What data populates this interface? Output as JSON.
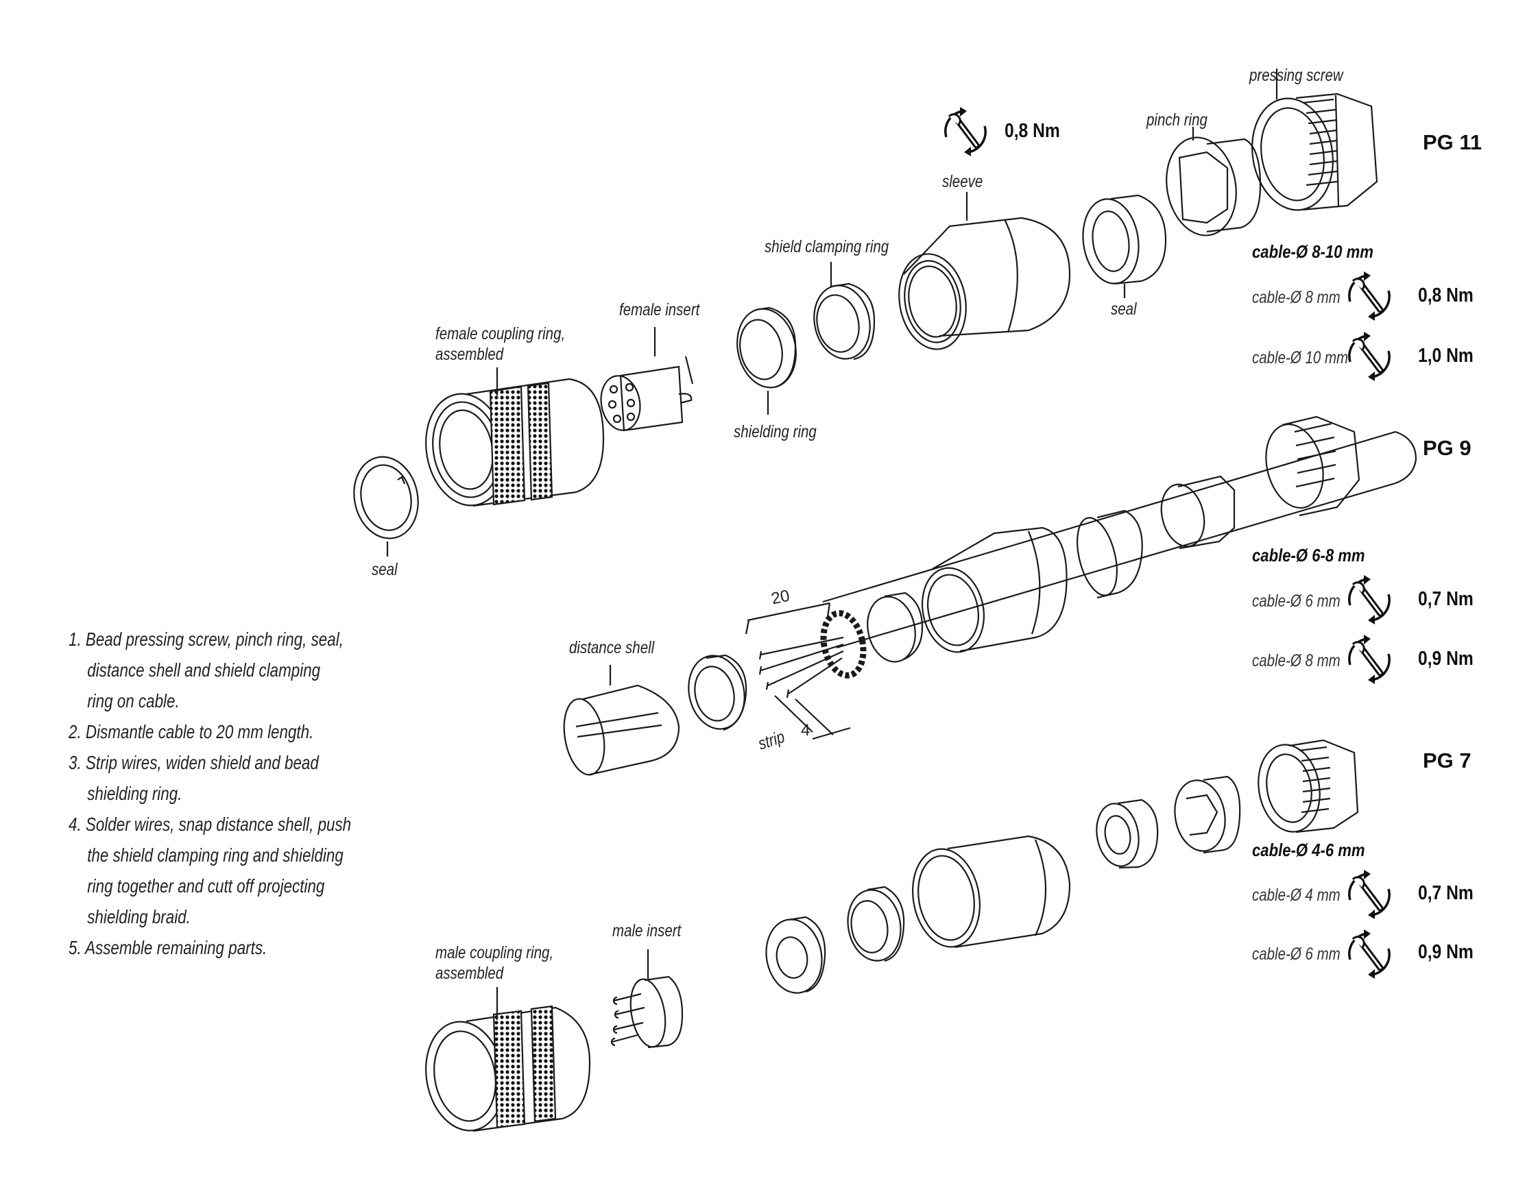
{
  "labels": {
    "pressing_screw": "pressing screw",
    "pinch_ring": "pinch ring",
    "sleeve": "sleeve",
    "shield_clamping_ring": "shield clamping ring",
    "female_insert": "female insert",
    "female_coupling_ring": "female coupling ring,\nassembled",
    "shielding_ring": "shielding ring",
    "seal_top": "seal",
    "seal_left": "seal",
    "distance_shell": "distance shell",
    "male_insert": "male insert",
    "male_coupling_ring": "male coupling ring,\nassembled",
    "strip": "strip",
    "dim_20": "20",
    "dim_4": "4",
    "sleeve_torque": "0,8 Nm"
  },
  "groups": [
    {
      "pg": "PG 11",
      "cable_range": "cable-Ø 8-10 mm",
      "rows": [
        {
          "cable": "cable-Ø 8 mm",
          "torque": "0,8 Nm"
        },
        {
          "cable": "cable-Ø 10 mm",
          "torque": "1,0 Nm"
        }
      ]
    },
    {
      "pg": "PG 9",
      "cable_range": "cable-Ø 6-8 mm",
      "rows": [
        {
          "cable": "cable-Ø 6 mm",
          "torque": "0,7 Nm"
        },
        {
          "cable": "cable-Ø 8 mm",
          "torque": "0,9 Nm"
        }
      ]
    },
    {
      "pg": "PG 7",
      "cable_range": "cable-Ø 4-6 mm",
      "rows": [
        {
          "cable": "cable-Ø 4 mm",
          "torque": "0,7 Nm"
        },
        {
          "cable": "cable-Ø 6 mm",
          "torque": "0,9 Nm"
        }
      ]
    }
  ],
  "steps": [
    "1. Bead pressing screw, pinch ring, seal,\n    distance shell and shield clamping\n    ring on cable.",
    "2. Dismantle cable to 20 mm length.",
    "3. Strip wires, widen shield and bead\n    shielding ring.",
    "4. Solder wires, snap distance shell, push\n    the shield clamping ring  and shielding\n    ring together and cutt off projecting\n    shielding braid.",
    "5. Assemble remaining parts."
  ],
  "icons": {
    "torque": "wrench-rotate-icon"
  }
}
